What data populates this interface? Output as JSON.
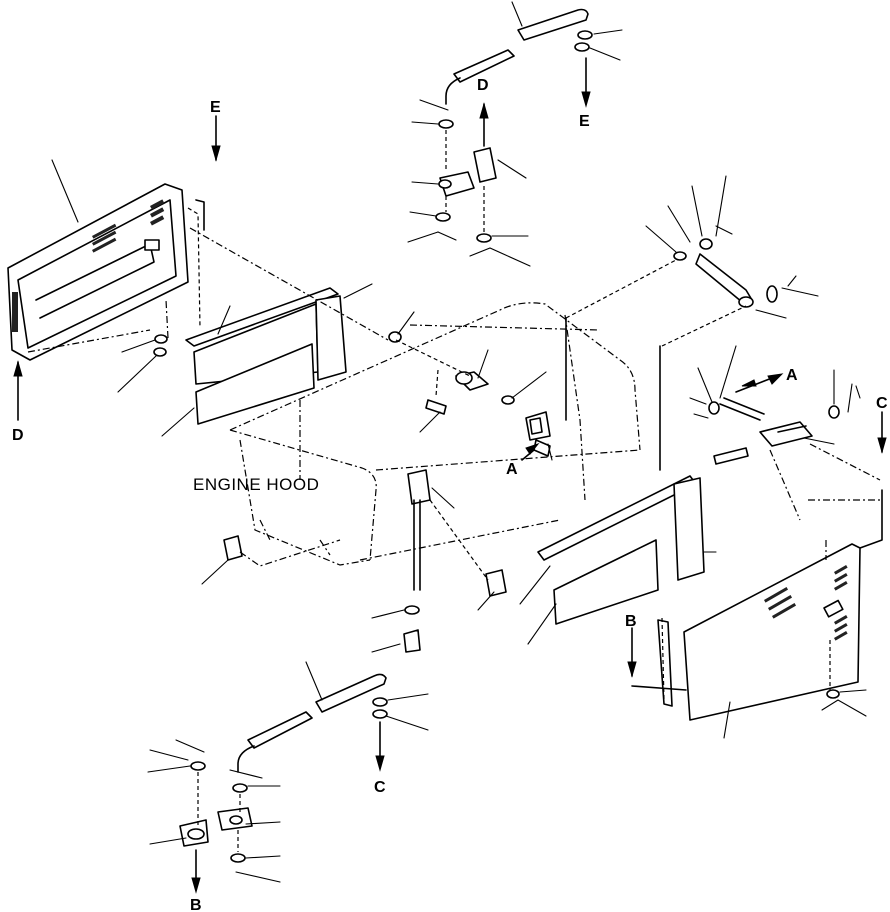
{
  "labels": {
    "engine_hood": "ENGINE HOOD",
    "a_left": "A",
    "a_right": "A",
    "b_bottom": "B",
    "b_right": "B",
    "c_bottom": "C",
    "c_right": "C",
    "d_left": "D",
    "d_top": "D",
    "e_left": "E",
    "e_top": "E"
  }
}
